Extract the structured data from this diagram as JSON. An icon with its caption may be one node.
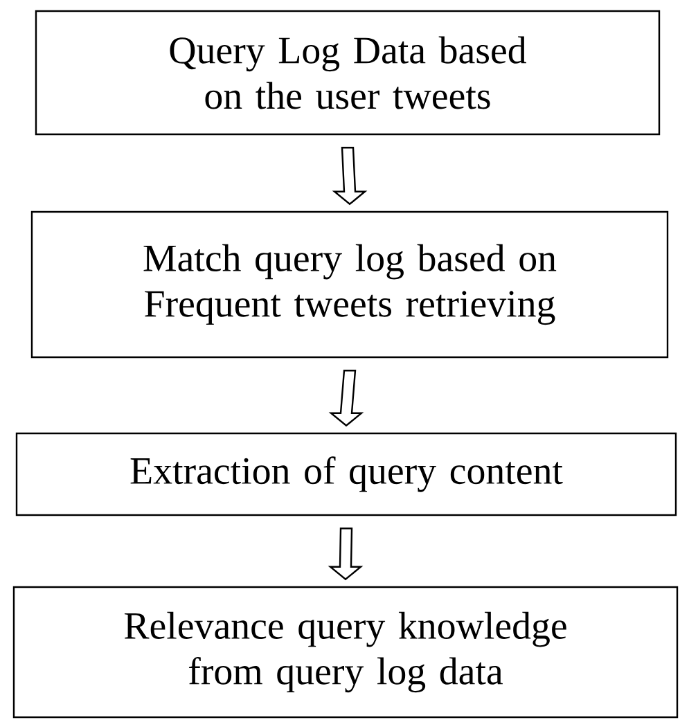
{
  "diagram": {
    "nodes": [
      {
        "text": [
          "Query Log Data based on the user tweets"
        ]
      },
      {
        "text": [
          "Match query log based on Frequent tweets retrieving"
        ]
      },
      {
        "text": [
          "Extraction of query content"
        ]
      },
      {
        "text": [
          "Relevance query knowledge from query log data"
        ]
      }
    ],
    "edges": [
      {
        "from": 0,
        "to": 1,
        "arrow": "to"
      },
      {
        "from": 1,
        "to": 2,
        "arrow": "to"
      },
      {
        "from": 2,
        "to": 3,
        "arrow": "to"
      }
    ]
  }
}
